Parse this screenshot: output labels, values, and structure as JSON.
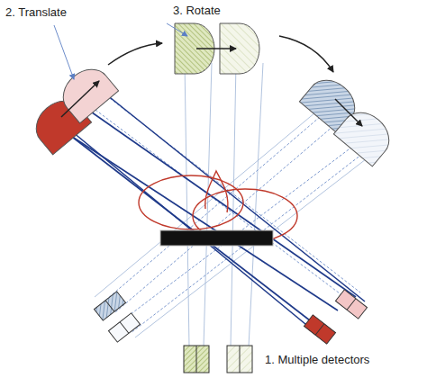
{
  "diagram": {
    "labels": [
      "2. Translate",
      "3. Rotate",
      "1. Multiple detectors"
    ]
  }
}
